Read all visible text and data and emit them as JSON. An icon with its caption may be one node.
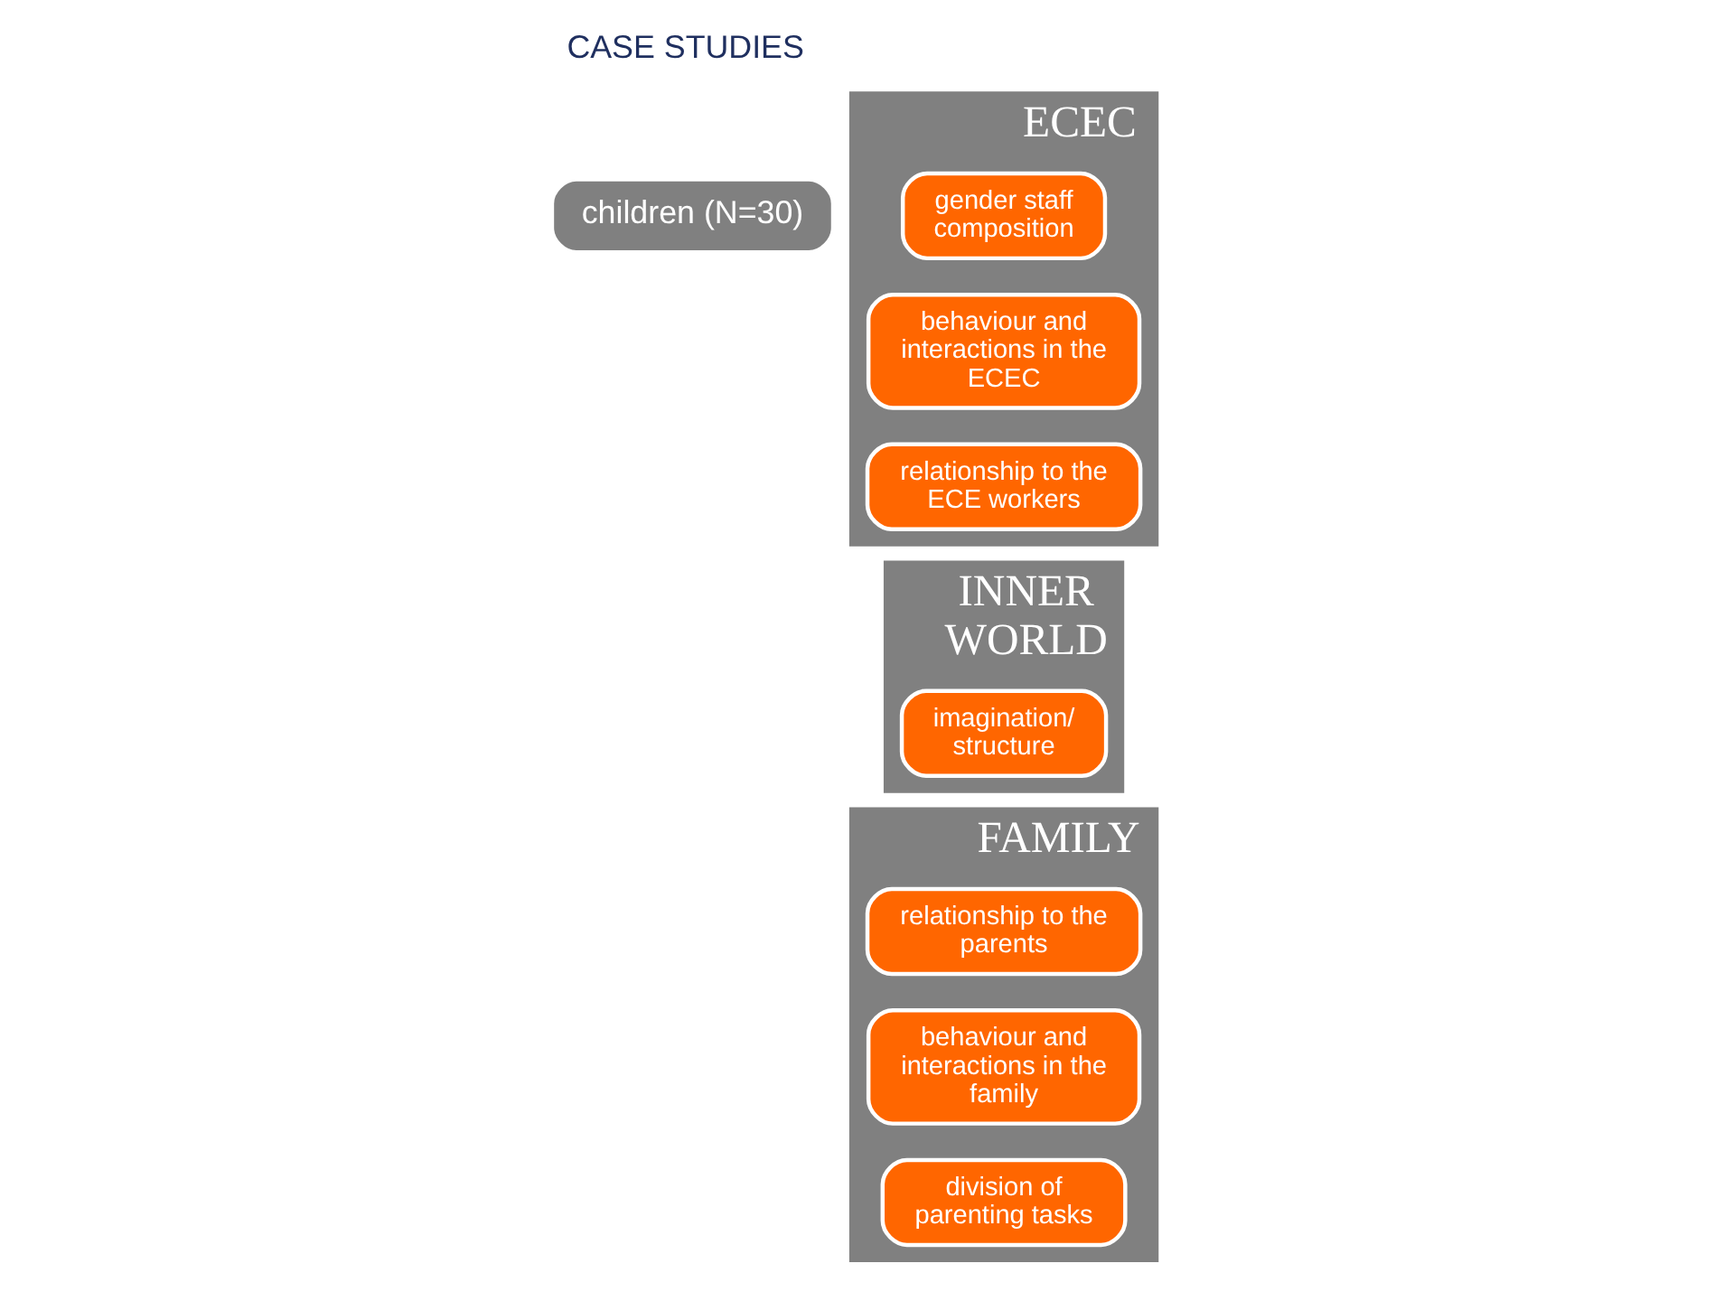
{
  "diagram": {
    "title": "CASE STUDIES",
    "nodes": [
      {
        "text": [
          "children (N=30)"
        ]
      },
      {
        "text": [
          "ECEC"
        ]
      },
      {
        "text": [
          "gender staff composition"
        ],
        "in": 1
      },
      {
        "text": [
          "behaviour and interactions in the ECEC"
        ],
        "in": 1
      },
      {
        "text": [
          "relationship to the ECE workers"
        ],
        "in": 1
      },
      {
        "text": [
          "INNER WORLD"
        ]
      },
      {
        "text": [
          "imagination/ structure"
        ],
        "in": 5
      },
      {
        "text": [
          "FAMILY"
        ]
      },
      {
        "text": [
          "relationship to the parents"
        ],
        "in": 7
      },
      {
        "text": [
          "behaviour and interactions in the family"
        ],
        "in": 7
      },
      {
        "text": [
          "division of parenting tasks"
        ],
        "in": 7
      }
    ],
    "edges": []
  }
}
